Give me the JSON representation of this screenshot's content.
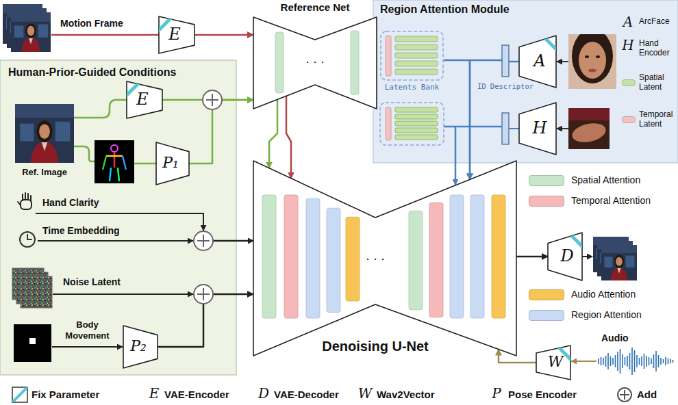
{
  "diagram": {
    "nodes": [
      {
        "text": [
          "E"
        ]
      },
      {
        "text": [
          "Reference Net",
          "· · ·"
        ]
      },
      {
        "text": [
          "Region Attention Module"
        ]
      },
      {
        "text": [
          "Latents Bank"
        ],
        "in": 2
      },
      {
        "text": [
          "ID Descriptor"
        ],
        "in": 2
      },
      {
        "text": [
          "A"
        ],
        "in": 2
      },
      {
        "text": [
          "H"
        ],
        "in": 2
      },
      {
        "text": [
          "Human-Prior-Guided Conditions"
        ]
      },
      {
        "text": [
          "E"
        ],
        "in": 7
      },
      {
        "text": [
          "P₁"
        ],
        "in": 7
      },
      {
        "text": [
          "P₂"
        ],
        "in": 7
      },
      {
        "text": [
          "Denoising U-Net",
          "· · ·"
        ]
      },
      {
        "text": [
          "D"
        ]
      },
      {
        "text": [
          "W"
        ]
      }
    ],
    "edges": [
      {
        "from": 0,
        "to": 1,
        "arrow": "to"
      },
      {
        "from": 8,
        "to": 1,
        "arrow": "to"
      },
      {
        "from": 9,
        "to": 1,
        "arrow": "to"
      },
      {
        "from": 1,
        "to": 11,
        "arrow": "to"
      },
      {
        "from": 1,
        "to": 11,
        "arrow": "to"
      },
      {
        "from": 3,
        "to": 11,
        "arrow": "to"
      },
      {
        "from": 4,
        "to": 11,
        "arrow": "to"
      },
      {
        "from": 5,
        "to": 4,
        "arrow": "none"
      },
      {
        "from": 10,
        "to": 11,
        "arrow": "to"
      },
      {
        "from": 13,
        "to": 11,
        "arrow": "to"
      },
      {
        "from": 11,
        "to": 12,
        "arrow": "to"
      }
    ],
    "labels": [
      "Motion Frame",
      "Ref. Image",
      "Hand Clarity",
      "Time Embedding",
      "Noise Latent",
      "Body Movement",
      "Audio",
      "A",
      "H",
      "E",
      "D",
      "W",
      "P"
    ],
    "legend": [
      {
        "text": "ArcFace"
      },
      {
        "text": "Hand Encoder"
      },
      {
        "text": "Spatial Latent",
        "color": "#c5e1a5"
      },
      {
        "text": "Temporal Latent",
        "color": "#f4c2c2"
      },
      {
        "text": "Spatial Attention",
        "color": "#c8e6c9"
      },
      {
        "text": "Temporal Attention",
        "color": "#f6b8b8"
      },
      {
        "text": "Audio Attention",
        "color": "#f9c456"
      },
      {
        "text": "Region Attention",
        "color": "#c9daf5"
      },
      {
        "text": "Fix Parameter"
      },
      {
        "text": "VAE-Encoder"
      },
      {
        "text": "VAE-Decoder"
      },
      {
        "text": "Wav2Vector"
      },
      {
        "text": "Pose Encoder"
      },
      {
        "text": "Add"
      }
    ]
  }
}
